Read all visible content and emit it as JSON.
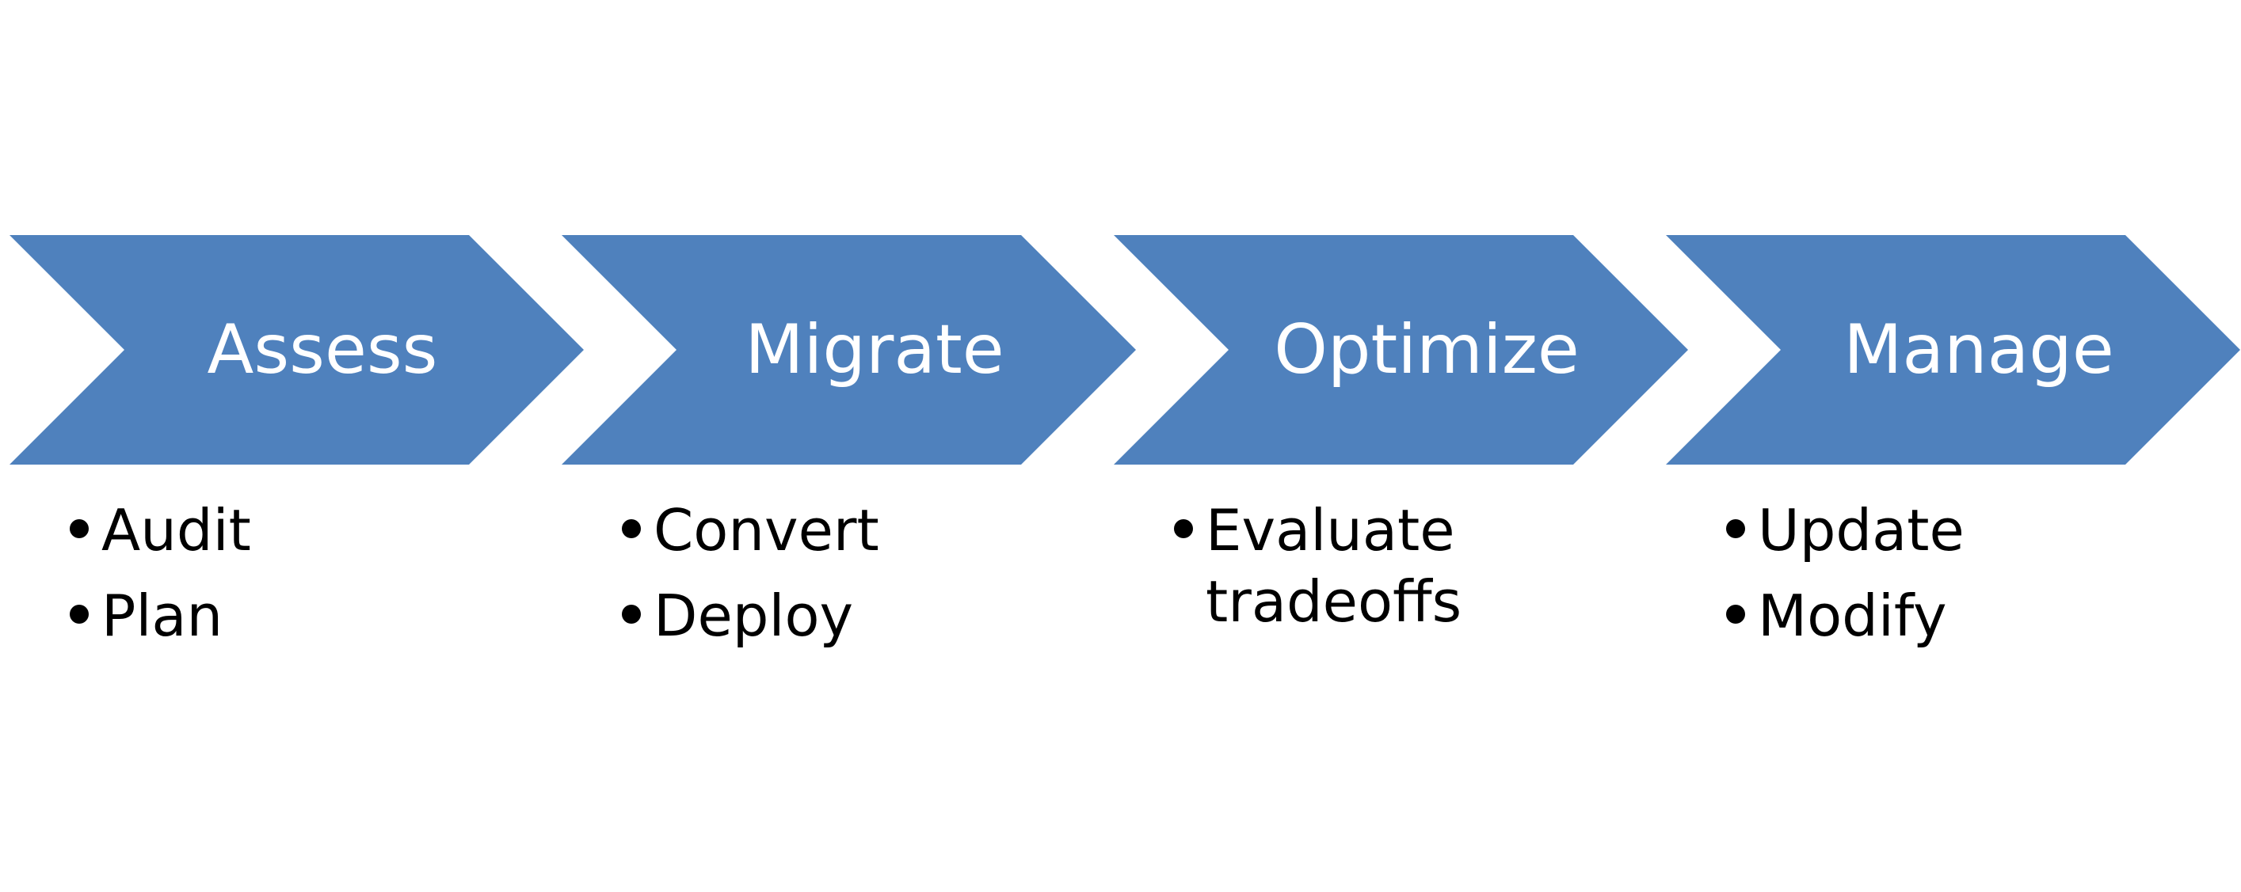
{
  "process": {
    "color": "#4F81BD",
    "stages": [
      {
        "title": "Assess",
        "bullets": [
          [
            "Audit"
          ],
          [
            "Plan"
          ]
        ]
      },
      {
        "title": "Migrate",
        "bullets": [
          [
            "Convert"
          ],
          [
            "Deploy"
          ]
        ]
      },
      {
        "title": "Optimize",
        "bullets": [
          [
            "Evaluate",
            "tradeoffs"
          ]
        ]
      },
      {
        "title": "Manage",
        "bullets": [
          [
            "Update"
          ],
          [
            "Modify"
          ]
        ]
      }
    ]
  }
}
